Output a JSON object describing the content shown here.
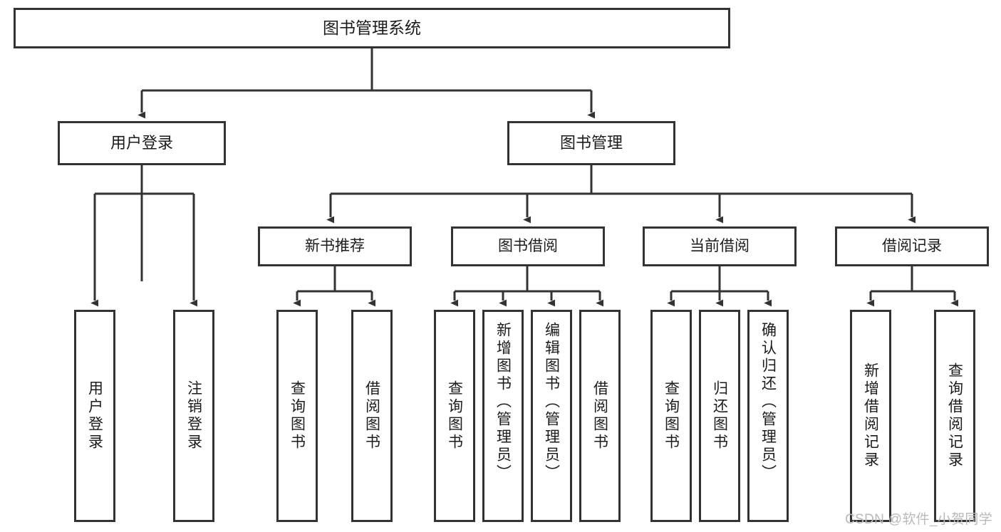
{
  "diagram": {
    "title": "图书管理系统",
    "type": "tree",
    "watermark": "CSDN @软件_小贺同学",
    "colors": {
      "border": "#333333",
      "fill": "#ffffff",
      "text": "#1b1b1b",
      "connector": "#333333",
      "watermark": "#b9b9b9"
    },
    "root": {
      "label": "图书管理系统"
    },
    "level2": [
      {
        "label": "用户登录"
      },
      {
        "label": "图书管理"
      }
    ],
    "level3": [
      {
        "label": "新书推荐"
      },
      {
        "label": "图书借阅"
      },
      {
        "label": "当前借阅"
      },
      {
        "label": "借阅记录"
      }
    ],
    "leaves": {
      "user_login": [
        {
          "label": "用户登录"
        },
        {
          "label": "注销登录"
        }
      ],
      "new_book_recommend": [
        {
          "label": "查询图书"
        },
        {
          "label": "借阅图书"
        }
      ],
      "book_borrow": [
        {
          "label": "查询图书"
        },
        {
          "label": "新增图书（管理员）"
        },
        {
          "label": "编辑图书（管理员）"
        },
        {
          "label": "借阅图书"
        }
      ],
      "current_borrow": [
        {
          "label": "查询图书"
        },
        {
          "label": "归还图书"
        },
        {
          "label": "确认归还（管理员）"
        }
      ],
      "borrow_record": [
        {
          "label": "新增借阅记录"
        },
        {
          "label": "查询借阅记录"
        }
      ]
    }
  }
}
